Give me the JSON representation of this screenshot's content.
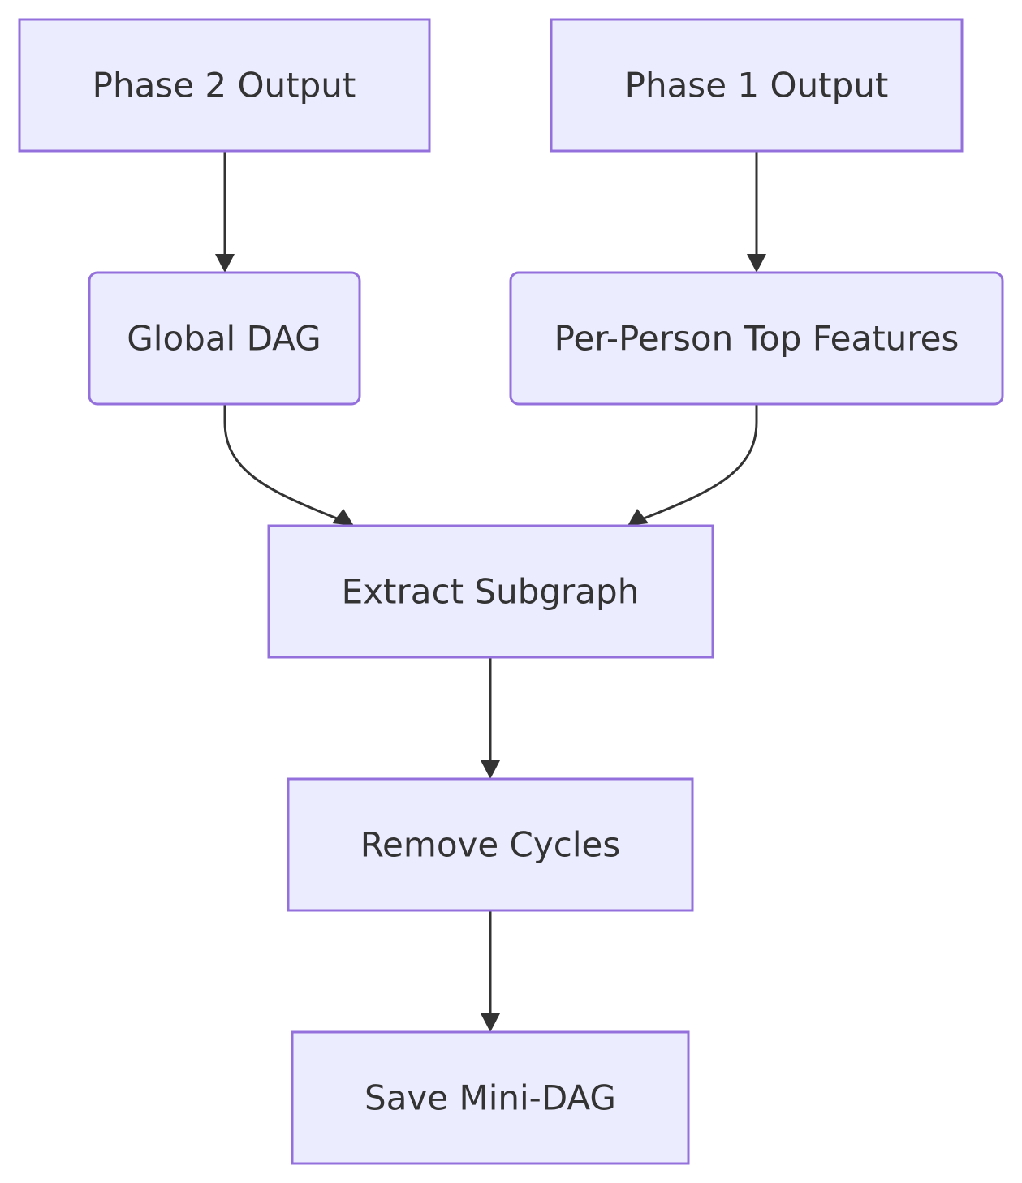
{
  "nodes": {
    "phase2_output": "Phase 2 Output",
    "phase1_output": "Phase 1 Output",
    "global_dag": "Global DAG",
    "per_person_top_features": "Per-Person Top Features",
    "extract_subgraph": "Extract Subgraph",
    "remove_cycles": "Remove Cycles",
    "save_mini_dag": "Save Mini-DAG"
  },
  "edges": [
    {
      "from": "Phase 2 Output",
      "to": "Global DAG"
    },
    {
      "from": "Phase 1 Output",
      "to": "Per-Person Top Features"
    },
    {
      "from": "Global DAG",
      "to": "Extract Subgraph"
    },
    {
      "from": "Per-Person Top Features",
      "to": "Extract Subgraph"
    },
    {
      "from": "Extract Subgraph",
      "to": "Remove Cycles"
    },
    {
      "from": "Remove Cycles",
      "to": "Save Mini-DAG"
    }
  ],
  "colors": {
    "node_fill": "#ECECFF",
    "node_stroke": "#9370DB",
    "text": "#333333",
    "edge": "#333333"
  }
}
